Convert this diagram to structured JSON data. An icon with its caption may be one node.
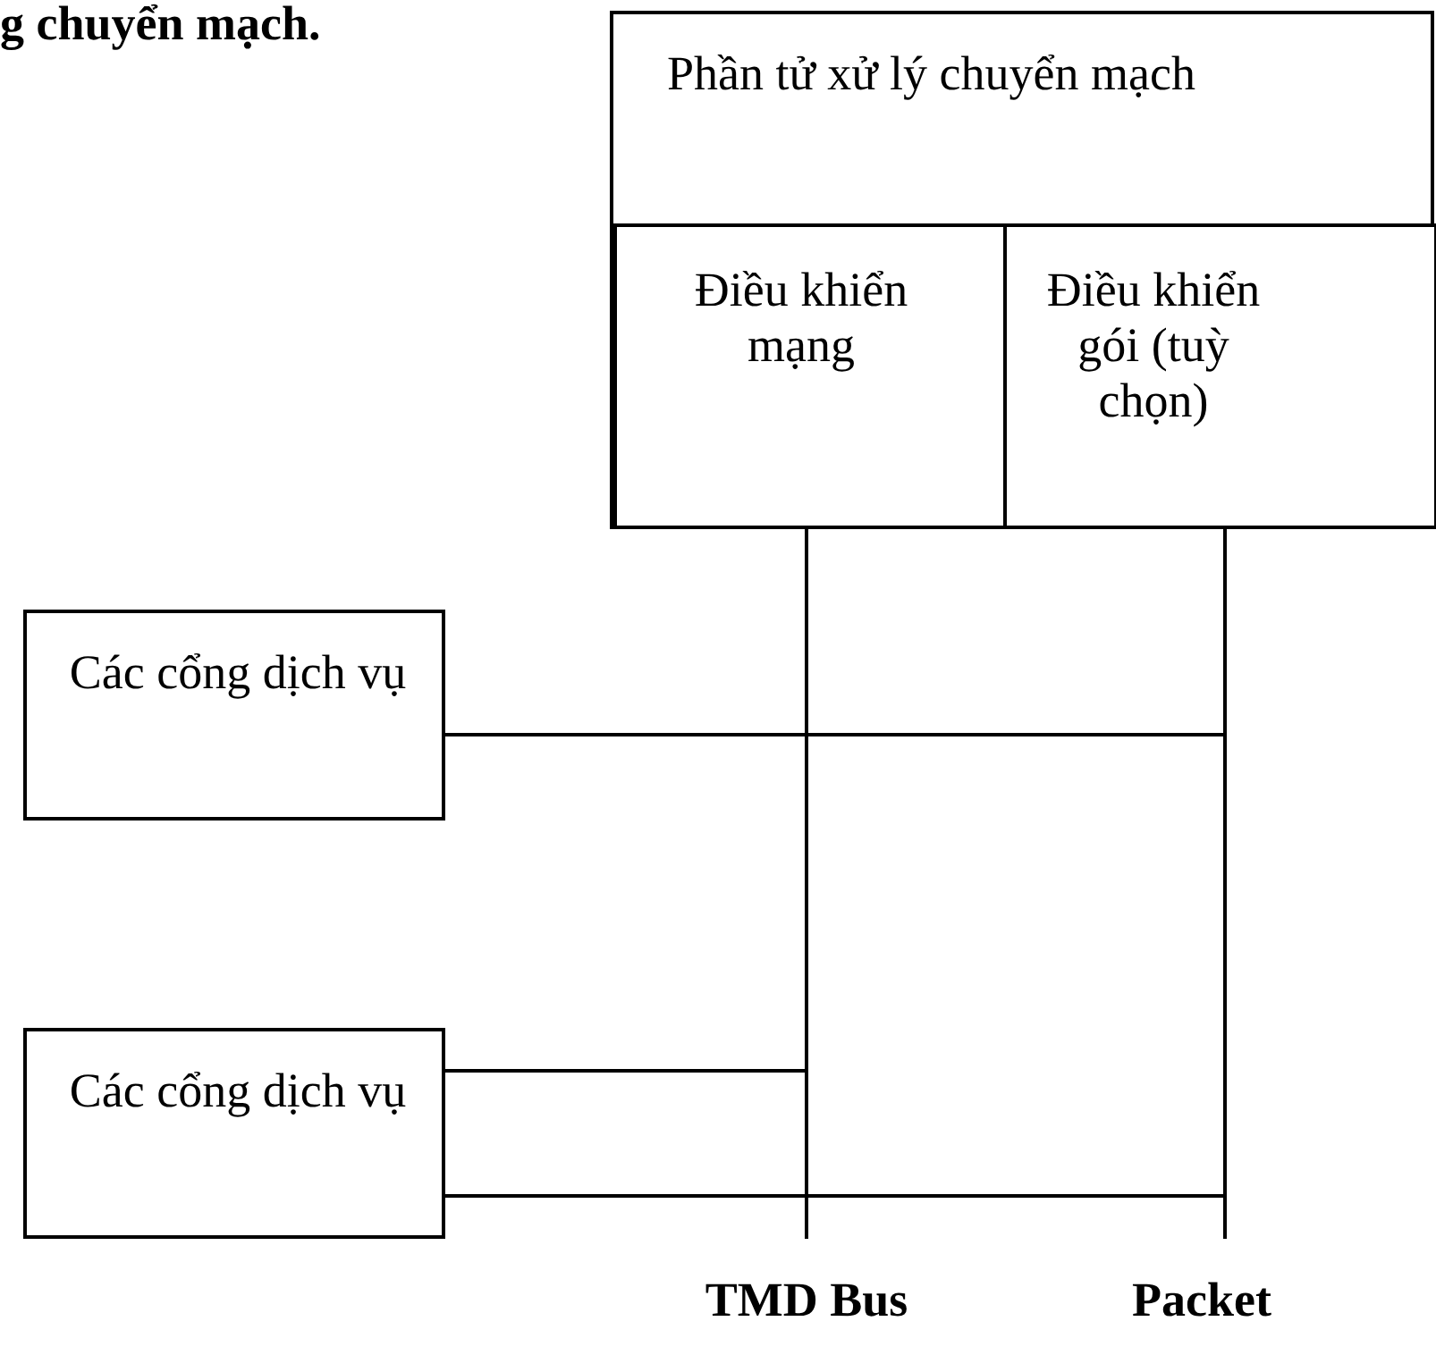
{
  "diagram": {
    "title": "g chuyển mạch.",
    "nodes": [
      {
        "text": [
          "Phần tử xử lý chuyển mạch"
        ]
      },
      {
        "text": [
          "Điều khiển mạng"
        ],
        "in": 0
      },
      {
        "text": [
          "Điều khiển gói (tuỳ chọn)"
        ],
        "in": 0
      },
      {
        "text": [
          "Các cổng dịch vụ"
        ]
      },
      {
        "text": [
          "Các cổng dịch vụ"
        ]
      }
    ],
    "edges": [
      {
        "from": 3,
        "to": 1,
        "arrow": "none"
      },
      {
        "from": 3,
        "to": 2,
        "arrow": "none"
      },
      {
        "from": 4,
        "to": 1,
        "arrow": "none"
      },
      {
        "from": 4,
        "to": 2,
        "arrow": "none"
      }
    ],
    "labels": [
      "TMD Bus",
      "Packet"
    ]
  }
}
